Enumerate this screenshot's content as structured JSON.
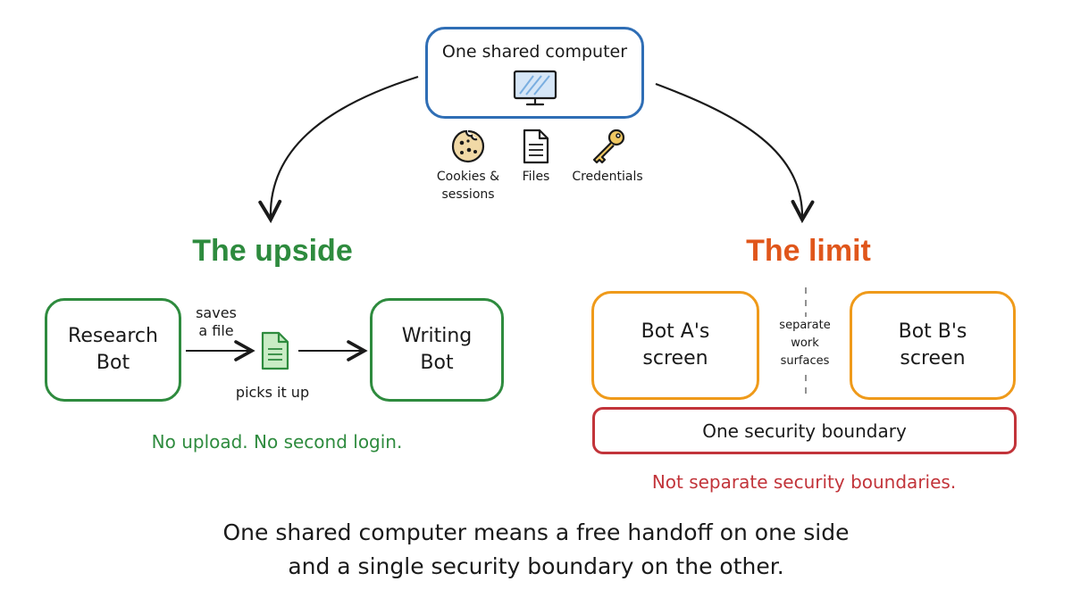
{
  "top": {
    "title": "One shared computer",
    "resources": [
      {
        "label": "Cookies &\nsessions",
        "icon": "cookie-icon"
      },
      {
        "label": "Files",
        "icon": "file-icon"
      },
      {
        "label": "Credentials",
        "icon": "key-icon"
      }
    ]
  },
  "upside": {
    "heading": "The upside",
    "color": "#2e8b3e",
    "left_box": "Research\nBot",
    "right_box": "Writing\nBot",
    "saves_label": "saves\na file",
    "picks_label": "picks it up",
    "note": "No upload. No second login."
  },
  "limit": {
    "heading": "The limit",
    "color": "#e0561b",
    "left_box": "Bot A's\nscreen",
    "right_box": "Bot B's\nscreen",
    "middle_label": "separate\nwork\nsurfaces",
    "boundary_label": "One security boundary",
    "note": "Not separate security boundaries.",
    "note_color": "#c2343a"
  },
  "caption": {
    "line1": "One shared computer means a free handoff on one side",
    "line2": "and a single security boundary on the other."
  }
}
